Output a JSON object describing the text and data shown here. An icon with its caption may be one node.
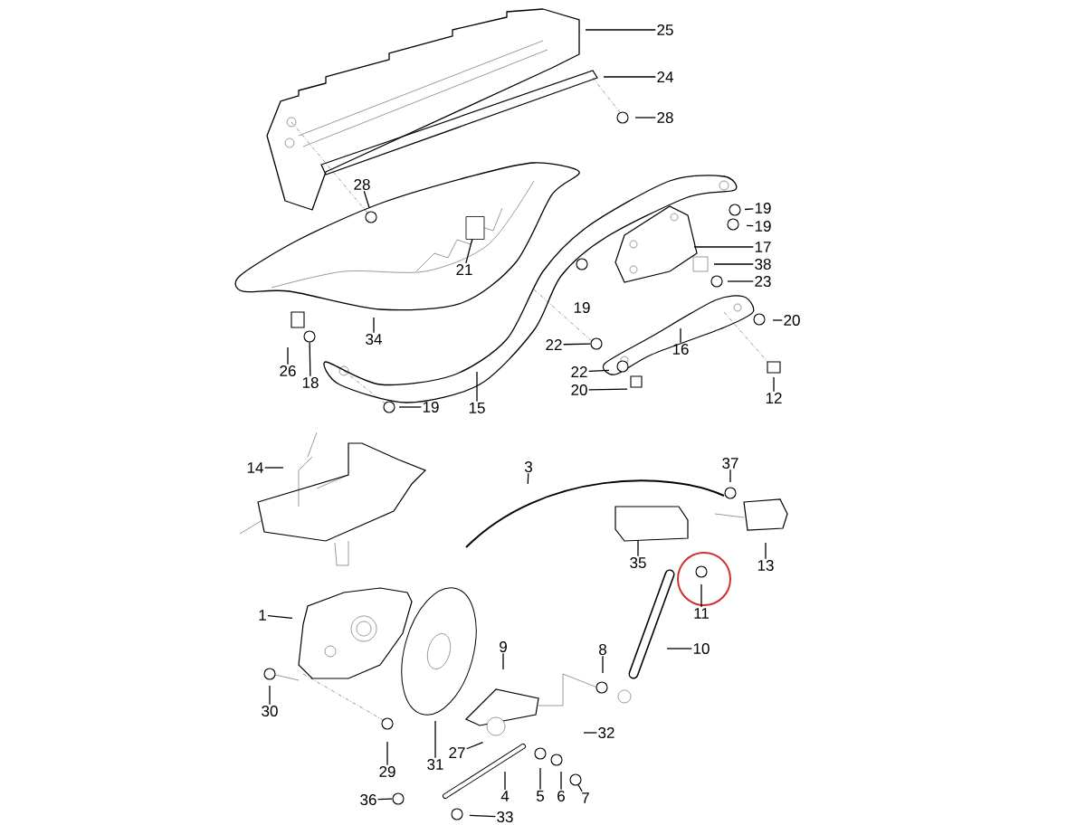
{
  "diagram": {
    "nodes": [
      {
        "text": [
          "25"
        ]
      },
      {
        "text": [
          "24"
        ]
      },
      {
        "text": [
          "28"
        ]
      },
      {
        "text": [
          "28"
        ]
      },
      {
        "text": [
          "19"
        ]
      },
      {
        "text": [
          "19"
        ]
      },
      {
        "text": [
          "17"
        ]
      },
      {
        "text": [
          "21"
        ]
      },
      {
        "text": [
          "38"
        ]
      },
      {
        "text": [
          "23"
        ]
      },
      {
        "text": [
          "20"
        ]
      },
      {
        "text": [
          "34"
        ]
      },
      {
        "text": [
          "16"
        ]
      },
      {
        "text": [
          "22"
        ]
      },
      {
        "text": [
          "26"
        ]
      },
      {
        "text": [
          "18"
        ]
      },
      {
        "text": [
          "22"
        ]
      },
      {
        "text": [
          "20"
        ]
      },
      {
        "text": [
          "12"
        ]
      },
      {
        "text": [
          "19"
        ]
      },
      {
        "text": [
          "15"
        ]
      },
      {
        "text": [
          "14"
        ]
      },
      {
        "text": [
          "3"
        ]
      },
      {
        "text": [
          "37"
        ]
      },
      {
        "text": [
          "35"
        ]
      },
      {
        "text": [
          "13"
        ]
      },
      {
        "text": [
          "11"
        ]
      },
      {
        "text": [
          "1"
        ]
      },
      {
        "text": [
          "10"
        ]
      },
      {
        "text": [
          "9"
        ]
      },
      {
        "text": [
          "8"
        ]
      },
      {
        "text": [
          "30"
        ]
      },
      {
        "text": [
          "32"
        ]
      },
      {
        "text": [
          "27"
        ]
      },
      {
        "text": [
          "29"
        ]
      },
      {
        "text": [
          "31"
        ]
      },
      {
        "text": [
          "4"
        ]
      },
      {
        "text": [
          "5"
        ]
      },
      {
        "text": [
          "6"
        ]
      },
      {
        "text": [
          "7"
        ]
      },
      {
        "text": [
          "36"
        ]
      },
      {
        "text": [
          "33"
        ]
      },
      {
        "text": [],
        "shape": "box"
      },
      {
        "text": [],
        "shape": "circle"
      },
      {
        "text": [],
        "shape": "circle"
      },
      {
        "text": [],
        "shape": "circle"
      },
      {
        "text": [],
        "shape": "circle"
      }
    ],
    "edges": [
      {
        "from": 0,
        "to": null,
        "arrow": "none"
      },
      {
        "from": 1,
        "to": null,
        "arrow": "none"
      },
      {
        "from": 2,
        "to": null,
        "arrow": "none"
      },
      {
        "from": 3,
        "to": null,
        "arrow": "none"
      },
      {
        "from": 4,
        "to": null,
        "arrow": "none"
      },
      {
        "from": 5,
        "to": null,
        "arrow": "none"
      },
      {
        "from": 6,
        "to": null,
        "arrow": "none"
      },
      {
        "from": 7,
        "to": 42,
        "arrow": "none"
      },
      {
        "from": 8,
        "to": null,
        "arrow": "none"
      },
      {
        "from": 9,
        "to": null,
        "arrow": "none"
      },
      {
        "from": 10,
        "to": null,
        "arrow": "none"
      },
      {
        "from": 11,
        "to": null,
        "arrow": "none"
      },
      {
        "from": 12,
        "to": null,
        "arrow": "none"
      },
      {
        "from": 13,
        "to": 43,
        "arrow": "none"
      },
      {
        "from": 14,
        "to": null,
        "arrow": "none"
      },
      {
        "from": 15,
        "to": 44,
        "arrow": "none"
      },
      {
        "from": 16,
        "to": null,
        "arrow": "none"
      },
      {
        "from": 17,
        "to": null,
        "arrow": "none"
      },
      {
        "from": 18,
        "to": null,
        "arrow": "none"
      },
      {
        "from": 19,
        "to": null,
        "arrow": "none"
      },
      {
        "from": 20,
        "to": null,
        "arrow": "none"
      },
      {
        "from": 21,
        "to": null,
        "arrow": "none"
      },
      {
        "from": 22,
        "to": null,
        "arrow": "none"
      },
      {
        "from": 23,
        "to": null,
        "arrow": "none"
      },
      {
        "from": 24,
        "to": null,
        "arrow": "none"
      },
      {
        "from": 25,
        "to": null,
        "arrow": "none"
      },
      {
        "from": 26,
        "to": null,
        "arrow": "none"
      },
      {
        "from": 27,
        "to": null,
        "arrow": "none"
      },
      {
        "from": 28,
        "to": null,
        "arrow": "none"
      },
      {
        "from": 29,
        "to": null,
        "arrow": "none"
      },
      {
        "from": 30,
        "to": null,
        "arrow": "none"
      },
      {
        "from": 31,
        "to": null,
        "arrow": "none"
      },
      {
        "from": 32,
        "to": null,
        "arrow": "none"
      },
      {
        "from": 33,
        "to": null,
        "arrow": "none"
      },
      {
        "from": 34,
        "to": null,
        "arrow": "none"
      },
      {
        "from": 35,
        "to": null,
        "arrow": "none"
      },
      {
        "from": 36,
        "to": null,
        "arrow": "none"
      },
      {
        "from": 37,
        "to": null,
        "arrow": "none"
      },
      {
        "from": 38,
        "to": null,
        "arrow": "none"
      },
      {
        "from": 39,
        "to": 46,
        "arrow": "none"
      },
      {
        "from": 40,
        "to": 45,
        "arrow": "none"
      },
      {
        "from": 41,
        "to": null,
        "arrow": "none"
      }
    ],
    "labels": [
      "19"
    ]
  }
}
